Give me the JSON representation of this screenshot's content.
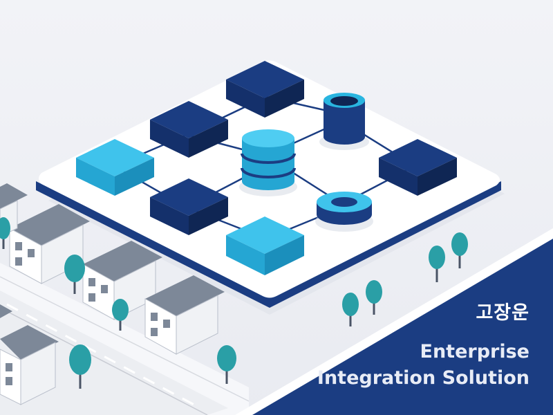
{
  "banner": {
    "author": "고장운",
    "title_line_1": "Enterprise",
    "title_line_2": "Integration Solution"
  },
  "palette": {
    "background": "#eef0f5",
    "navy": "#1b3d82",
    "navy_side": "#122b60",
    "cyan": "#29b5e0",
    "tree": "#2a9fa6",
    "platform": "#ffffff",
    "house_roof": "#7d8898",
    "house_wall": "#ffffff"
  },
  "icons": [
    "server-block-icon",
    "database-cylinder-icon",
    "ring-connector-icon",
    "house-icon",
    "tree-icon"
  ]
}
